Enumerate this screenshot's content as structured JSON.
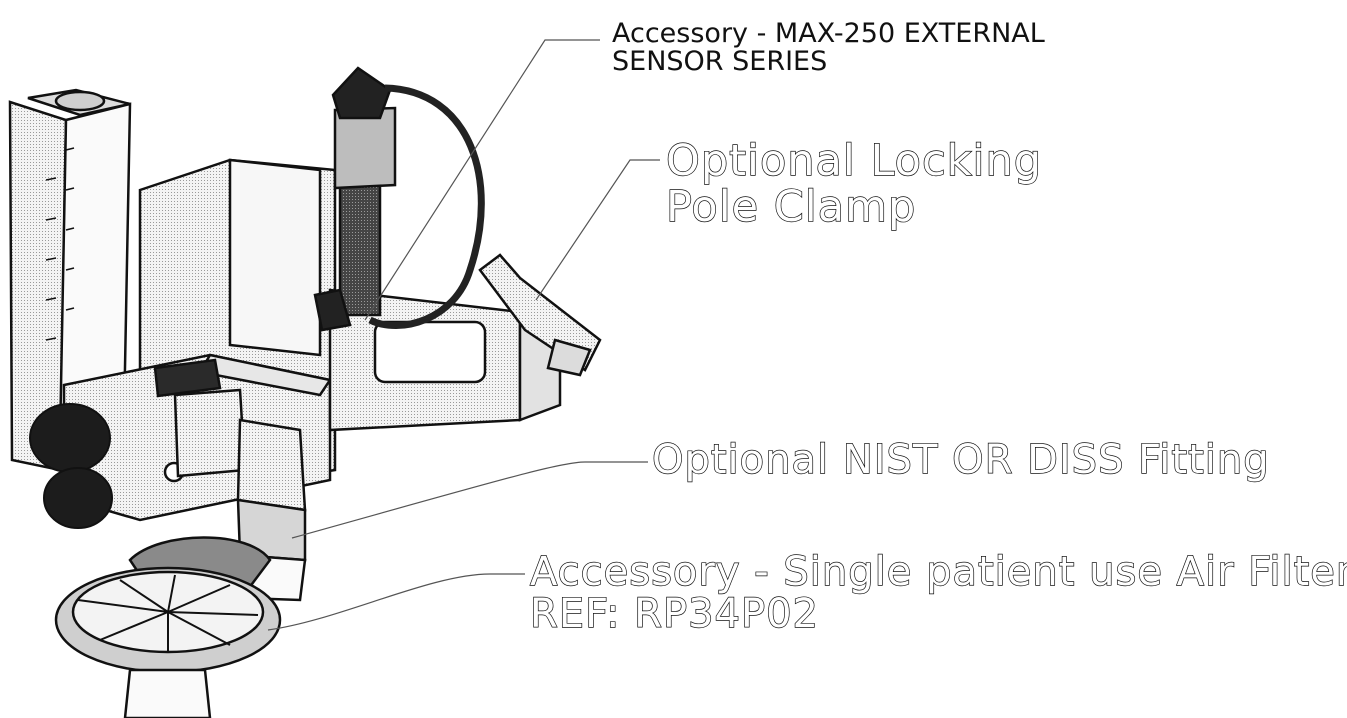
{
  "callouts": {
    "sensor": {
      "line1": "Accessory - MAX-250 EXTERNAL",
      "line2": "SENSOR SERIES"
    },
    "clamp": {
      "line1": "Optional Locking",
      "line2": "Pole Clamp"
    },
    "fitting": {
      "line1": "Optional NIST OR DISS Fitting"
    },
    "filter": {
      "line1": "Accessory - Single patient use Air Filter",
      "line2": "REF: RP34P02"
    }
  },
  "colors": {
    "ink": "#111111",
    "body_fill": "#f2f2f2",
    "knob_fill": "#1c1c1c",
    "sensor_fill": "#3a3a3a",
    "filter_fill": "#cfcfcf"
  }
}
